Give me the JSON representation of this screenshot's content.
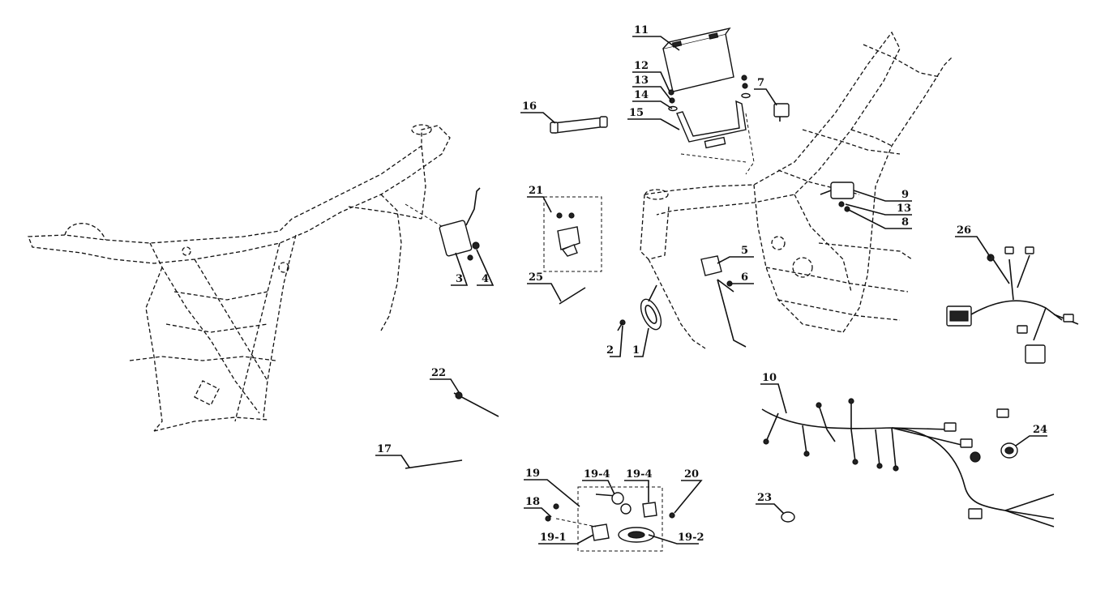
{
  "diagram": {
    "callouts": [
      {
        "id": "c1",
        "label": "1"
      },
      {
        "id": "c2",
        "label": "2"
      },
      {
        "id": "c3",
        "label": "3"
      },
      {
        "id": "c4",
        "label": "4"
      },
      {
        "id": "c5",
        "label": "5"
      },
      {
        "id": "c6",
        "label": "6"
      },
      {
        "id": "c7",
        "label": "7"
      },
      {
        "id": "c8",
        "label": "8"
      },
      {
        "id": "c9",
        "label": "9"
      },
      {
        "id": "c10",
        "label": "10"
      },
      {
        "id": "c11",
        "label": "11"
      },
      {
        "id": "c12",
        "label": "12"
      },
      {
        "id": "c13a",
        "label": "13"
      },
      {
        "id": "c13b",
        "label": "13"
      },
      {
        "id": "c14",
        "label": "14"
      },
      {
        "id": "c15",
        "label": "15"
      },
      {
        "id": "c16",
        "label": "16"
      },
      {
        "id": "c17",
        "label": "17"
      },
      {
        "id": "c18",
        "label": "18"
      },
      {
        "id": "c19",
        "label": "19"
      },
      {
        "id": "c19-1",
        "label": "19-1"
      },
      {
        "id": "c19-2",
        "label": "19-2"
      },
      {
        "id": "c19-4a",
        "label": "19-4"
      },
      {
        "id": "c19-4b",
        "label": "19-4"
      },
      {
        "id": "c20",
        "label": "20"
      },
      {
        "id": "c21",
        "label": "21"
      },
      {
        "id": "c22",
        "label": "22"
      },
      {
        "id": "c23",
        "label": "23"
      },
      {
        "id": "c24",
        "label": "24"
      },
      {
        "id": "c25",
        "label": "25"
      },
      {
        "id": "c26",
        "label": "26"
      }
    ]
  }
}
